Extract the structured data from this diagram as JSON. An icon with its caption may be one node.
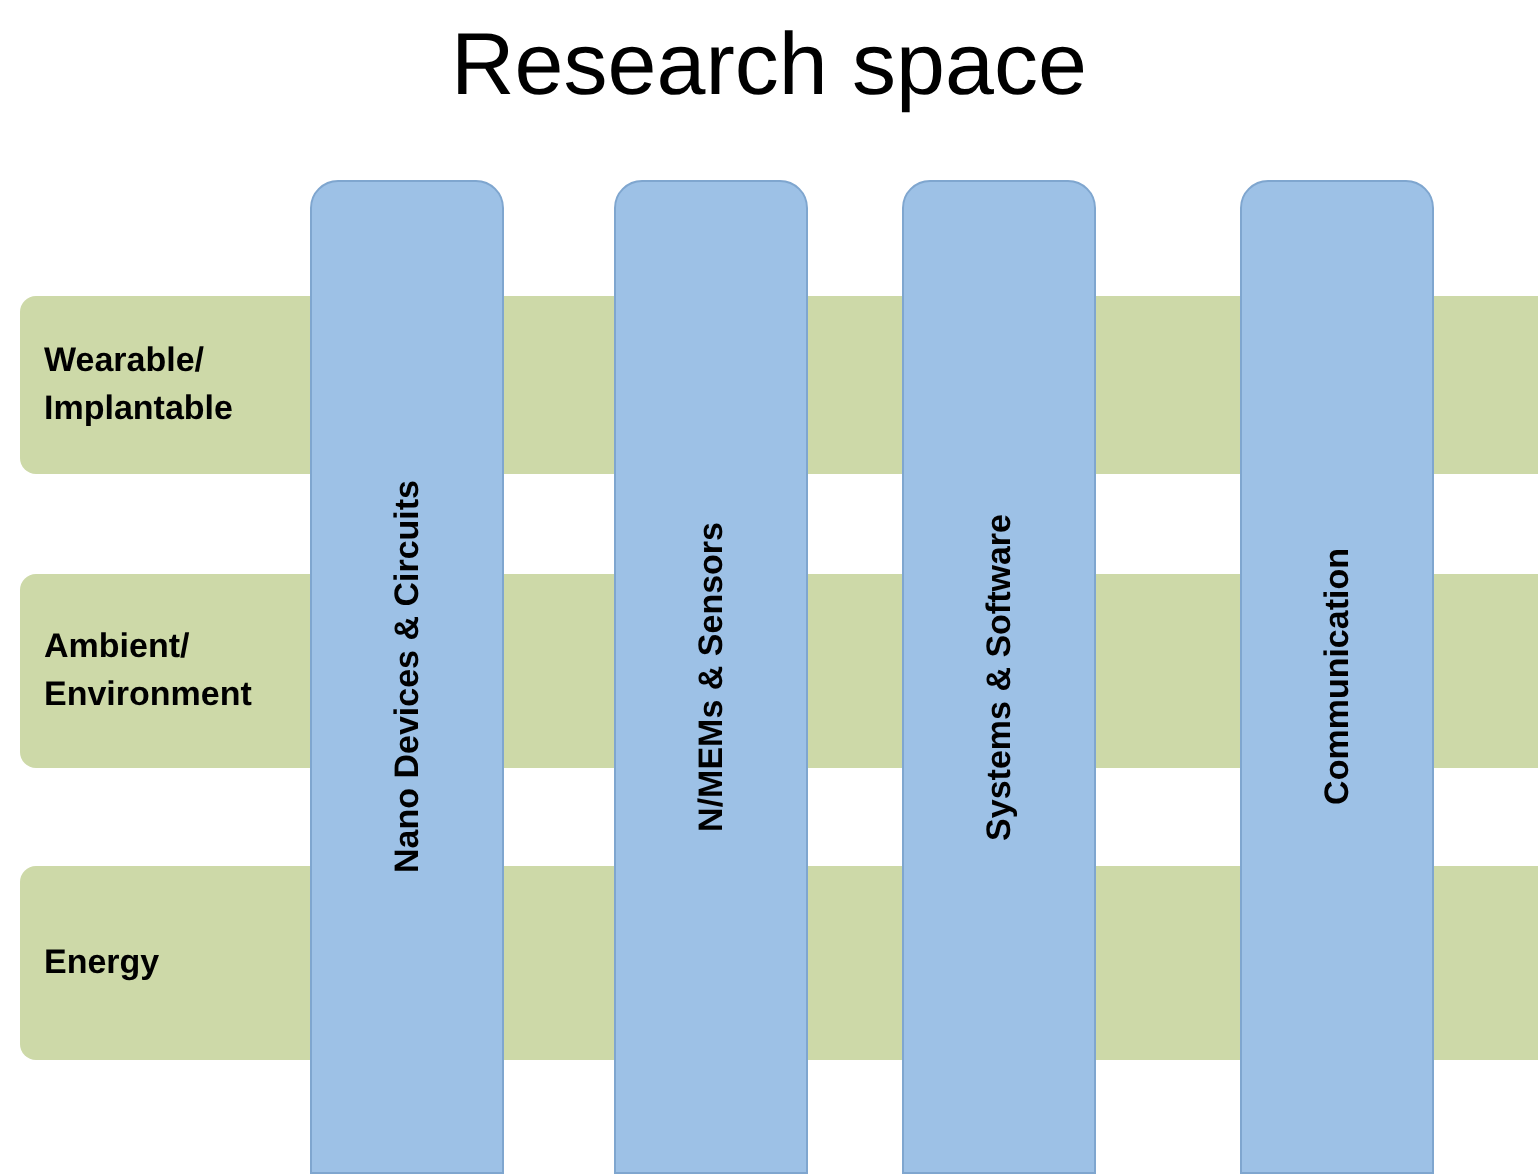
{
  "diagram": {
    "title": "Research space",
    "nodes": [
      {
        "text": [
          "Wearable/ Implantable"
        ]
      },
      {
        "text": [
          "Ambient/ Environment"
        ]
      },
      {
        "text": [
          "Energy"
        ]
      },
      {
        "text": [
          "Nano Devices & Circuits"
        ]
      },
      {
        "text": [
          "N/MEMs & Sensors"
        ]
      },
      {
        "text": [
          "Systems & Software"
        ]
      },
      {
        "text": [
          "Communication"
        ]
      }
    ]
  }
}
